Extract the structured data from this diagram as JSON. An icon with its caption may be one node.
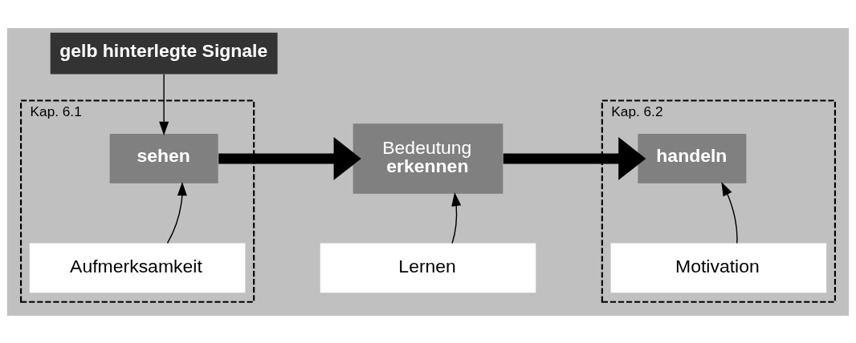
{
  "diagram": {
    "nodes": [
      {
        "text": [
          "gelb hinterlegte Signale"
        ]
      },
      {
        "text": [
          "Kap. 6.1"
        ]
      },
      {
        "text": [
          "sehen"
        ],
        "in": 1
      },
      {
        "text": [
          "Aufmerksamkeit"
        ],
        "in": 1
      },
      {
        "text": [
          "Bedeutung",
          "erkennen"
        ]
      },
      {
        "text": [
          "Lernen"
        ]
      },
      {
        "text": [
          "Kap. 6.2"
        ]
      },
      {
        "text": [
          "handeln"
        ],
        "in": 6
      },
      {
        "text": [
          "Motivation"
        ],
        "in": 6
      }
    ],
    "edges": [
      {
        "from": 0,
        "to": 2,
        "arrow": "to"
      },
      {
        "from": 3,
        "to": 2,
        "arrow": "to"
      },
      {
        "from": 2,
        "to": 4,
        "arrow": "to",
        "style": "thick"
      },
      {
        "from": 5,
        "to": 4,
        "arrow": "to"
      },
      {
        "from": 4,
        "to": 7,
        "arrow": "to",
        "style": "thick"
      },
      {
        "from": 8,
        "to": 7,
        "arrow": "to"
      }
    ]
  }
}
